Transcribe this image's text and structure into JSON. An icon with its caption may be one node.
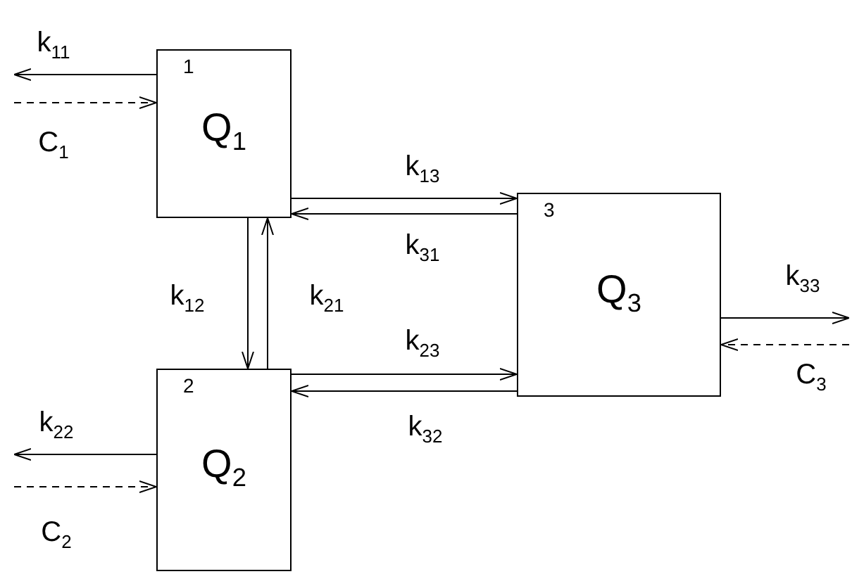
{
  "diagram": {
    "nodes": [
      {
        "text": [
          "1",
          "Q$_{1}$"
        ]
      },
      {
        "text": [
          "2",
          "Q$_{2}$"
        ]
      },
      {
        "text": [
          "3",
          "Q$_{3}$"
        ]
      }
    ],
    "edges": [
      {
        "from": 0,
        "to": null,
        "arrow": "to",
        "label": "k$_{11}$"
      },
      {
        "from": null,
        "to": 0,
        "arrow": "to",
        "label": "C$_{1}$",
        "style": "dashed"
      },
      {
        "from": 0,
        "to": 1,
        "arrow": "to",
        "label": "k$_{12}$"
      },
      {
        "from": 1,
        "to": 0,
        "arrow": "to",
        "label": "k$_{21}$"
      },
      {
        "from": 0,
        "to": 2,
        "arrow": "to",
        "label": "k$_{13}$"
      },
      {
        "from": 2,
        "to": 0,
        "arrow": "to",
        "label": "k$_{31}$"
      },
      {
        "from": 1,
        "to": 2,
        "arrow": "to",
        "label": "k$_{23}$"
      },
      {
        "from": 2,
        "to": 1,
        "arrow": "to",
        "label": "k$_{32}$"
      },
      {
        "from": 2,
        "to": null,
        "arrow": "to",
        "label": "k$_{33}$"
      },
      {
        "from": null,
        "to": 2,
        "arrow": "to",
        "label": "C$_{3}$",
        "style": "dashed"
      },
      {
        "from": 1,
        "to": null,
        "arrow": "to",
        "label": "k$_{22}$"
      },
      {
        "from": null,
        "to": 1,
        "arrow": "to",
        "label": "C$_{2}$",
        "style": "dashed"
      }
    ]
  }
}
